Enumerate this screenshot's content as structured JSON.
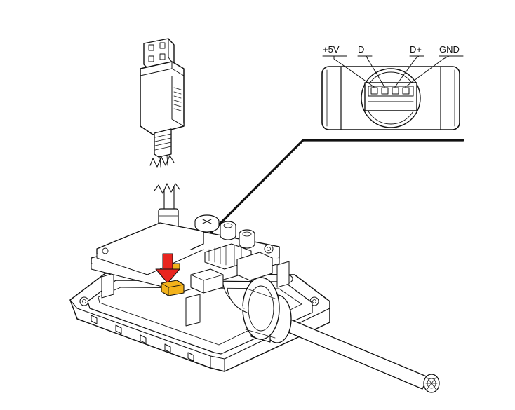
{
  "figure": {
    "subject": "usb-connection-diagram",
    "colors": {
      "line": "#111111",
      "highlight_red": "#e8251f",
      "highlight_yellow": "#f2b21c",
      "background": "#ffffff"
    }
  },
  "connector_detail": {
    "pins": [
      {
        "label": "+5V"
      },
      {
        "label": "D-"
      },
      {
        "label": "D+"
      },
      {
        "label": "GND"
      }
    ]
  }
}
